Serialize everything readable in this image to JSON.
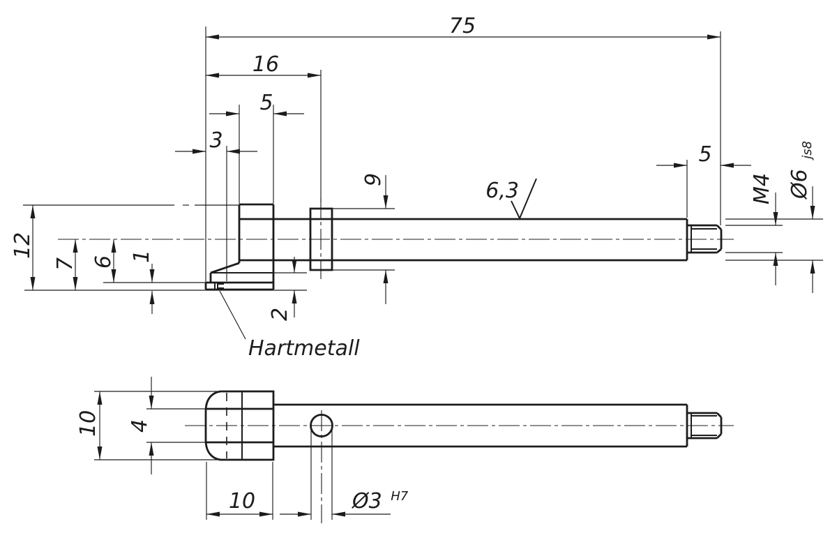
{
  "colors": {
    "line": "#1c1c1c",
    "background": "#ffffff"
  },
  "front_view": {
    "dim_overall_length": "75",
    "dim_tip_to_hole": "16",
    "dim_head_width": "5",
    "dim_carbide_length": "3",
    "dim_thread_length": "5",
    "dim_overall_height": "12",
    "dim_center_to_tip": "7",
    "dim_center_to_blade_top": "6",
    "dim_blade_thickness": "1",
    "dim_lip_height": "2",
    "dim_boss_height": "9",
    "label_thread": "M4",
    "label_shaft_dia": "Ø6",
    "label_shaft_tolerance": "js8",
    "label_surface_roughness": "6,3",
    "note_carbide": "Hartmetall"
  },
  "top_view": {
    "dim_head_height": "10",
    "dim_blade_width": "4",
    "dim_head_length": "10",
    "label_hole_dia": "Ø3",
    "label_hole_tolerance": "H7"
  }
}
